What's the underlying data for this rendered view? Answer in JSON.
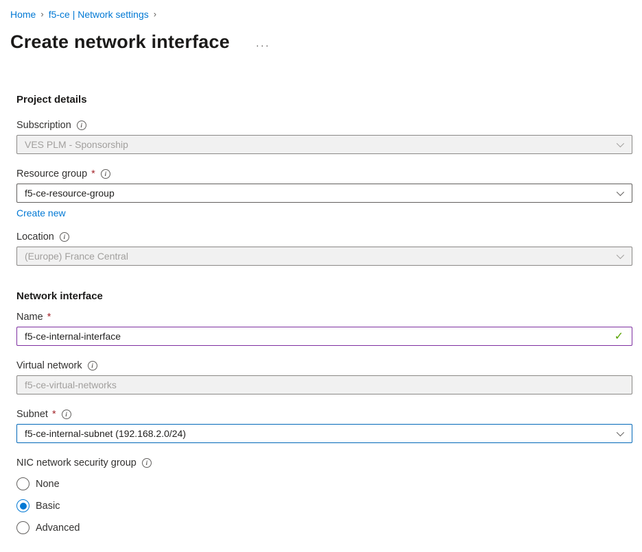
{
  "breadcrumb": {
    "items": [
      {
        "label": "Home"
      },
      {
        "label": "f5-ce | Network settings"
      }
    ],
    "separator": "›"
  },
  "page": {
    "title": "Create network interface",
    "more_options": "···"
  },
  "sections": {
    "project_details": {
      "heading": "Project details",
      "subscription": {
        "label": "Subscription",
        "value": "VES PLM - Sponsorship",
        "disabled": true
      },
      "resource_group": {
        "label": "Resource group",
        "required": "*",
        "value": "f5-ce-resource-group",
        "create_new_link": "Create new"
      },
      "location": {
        "label": "Location",
        "value": "(Europe) France Central",
        "disabled": true
      }
    },
    "network_interface": {
      "heading": "Network interface",
      "name": {
        "label": "Name",
        "required": "*",
        "value": "f5-ce-internal-interface",
        "valid": true,
        "check_glyph": "✓"
      },
      "virtual_network": {
        "label": "Virtual network",
        "value": "f5-ce-virtual-networks",
        "disabled": true
      },
      "subnet": {
        "label": "Subnet",
        "required": "*",
        "value": "f5-ce-internal-subnet (192.168.2.0/24)"
      },
      "nic_nsg": {
        "label": "NIC network security group",
        "options": [
          {
            "label": "None",
            "selected": false
          },
          {
            "label": "Basic",
            "selected": true
          },
          {
            "label": "Advanced",
            "selected": false
          }
        ]
      }
    }
  },
  "icons": {
    "info": "i"
  },
  "colors": {
    "link": "#0078d4",
    "accent": "#0078d4",
    "required": "#a4262c",
    "valid_check": "#57a300",
    "valid_border": "#7d2ea0",
    "focused_select_border": "#0067b8",
    "disabled_bg": "#f1f1f1",
    "disabled_text": "#a19f9d",
    "control_border": "#605e5c"
  }
}
